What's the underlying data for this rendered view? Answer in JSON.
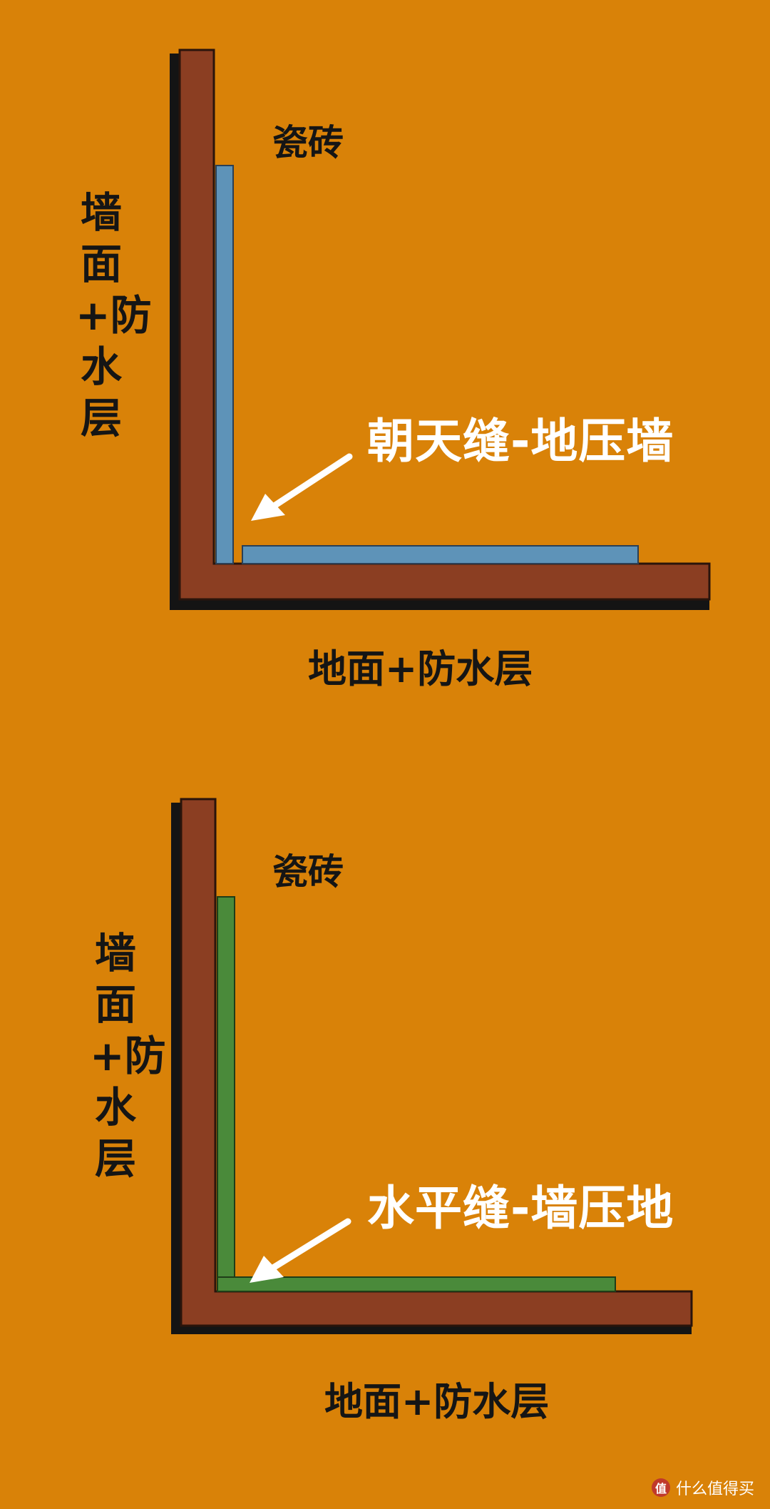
{
  "colors": {
    "background": "#D98208",
    "structure": "#8B3E22",
    "shadow": "#141414",
    "tile_top": "#5E93B8",
    "tile_bottom": "#4A8A3A",
    "callout_text": "#FFFFFF",
    "label_text": "#151515"
  },
  "diagrams": [
    {
      "tile_label": "瓷砖",
      "wall_label": "墙面+防水层",
      "floor_label": "地面+防水层",
      "callout": "朝天缝-地压墙"
    },
    {
      "tile_label": "瓷砖",
      "wall_label": "墙面+防水层",
      "floor_label": "地面+防水层",
      "callout": "水平缝-墙压地"
    }
  ],
  "watermark": {
    "logo_icon": "zhidemai-logo-icon",
    "logo_text": "值",
    "text": "什么值得买"
  }
}
